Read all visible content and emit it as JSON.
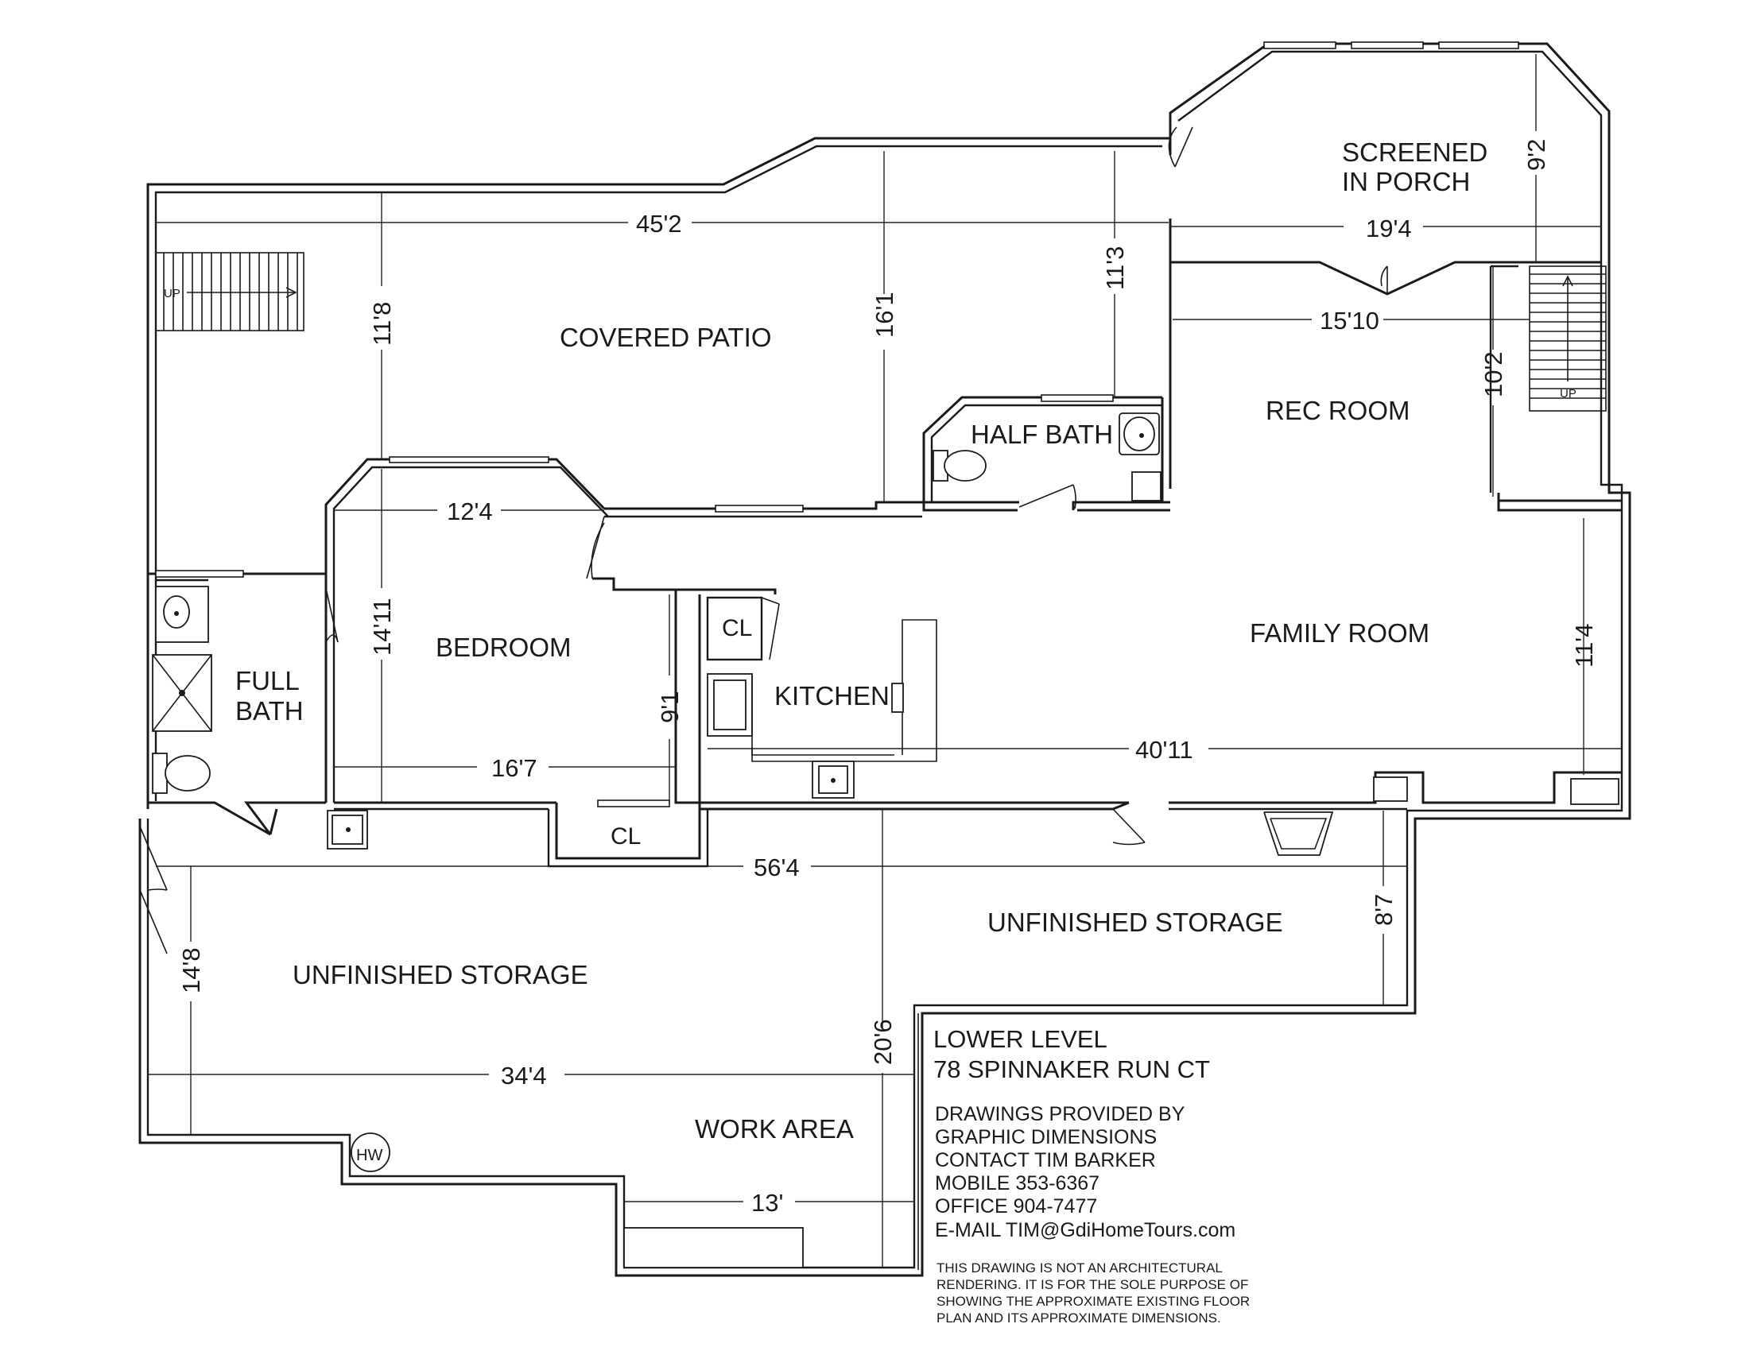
{
  "rooms": {
    "covered_patio": "COVERED PATIO",
    "screened_porch_1": "SCREENED",
    "screened_porch_2": "IN PORCH",
    "half_bath": "HALF BATH",
    "rec_room": "REC ROOM",
    "bedroom": "BEDROOM",
    "full_bath_1": "FULL",
    "full_bath_2": "BATH",
    "closet_upper": "CL",
    "kitchen": "KITCHEN",
    "family_room": "FAMILY ROOM",
    "closet_lower": "CL",
    "unfinished_storage_right": "UNFINISHED STORAGE",
    "unfinished_storage_left": "UNFINISHED STORAGE",
    "work_area": "WORK AREA",
    "water_heater": "HW"
  },
  "stairs": {
    "left_label": "UP",
    "right_label": "UP"
  },
  "dimensions": {
    "d45_2": "45'2",
    "d19_4": "19'4",
    "d9_2": "9'2",
    "d11_3": "11'3",
    "d16_1": "16'1",
    "d11_8": "11'8",
    "d15_10": "15'10",
    "d10_2": "10'2",
    "d12_4": "12'4",
    "d14_11": "14'11",
    "d9_1": "9'1",
    "d16_7": "16'7",
    "d40_11": "40'11",
    "d11_4": "11'4",
    "d56_4": "56'4",
    "d8_7": "8'7",
    "d14_8": "14'8",
    "d20_6": "20'6",
    "d34_4": "34'4",
    "d13": "13'"
  },
  "info": {
    "line1": "LOWER LEVEL",
    "line2": "78 SPINNAKER RUN CT",
    "credit1": "DRAWINGS PROVIDED BY",
    "credit2": "GRAPHIC DIMENSIONS",
    "credit3": "CONTACT TIM BARKER",
    "credit4": "MOBILE 353-6367",
    "credit5": "OFFICE 904-7477",
    "credit6": "E-MAIL TIM@GdiHomeTours.com",
    "disc1": "THIS DRAWING IS NOT AN ARCHITECTURAL",
    "disc2": "RENDERING. IT IS FOR THE SOLE PURPOSE OF",
    "disc3": "SHOWING THE APPROXIMATE EXISTING FLOOR",
    "disc4": "PLAN AND ITS APPROXIMATE  DIMENSIONS."
  }
}
